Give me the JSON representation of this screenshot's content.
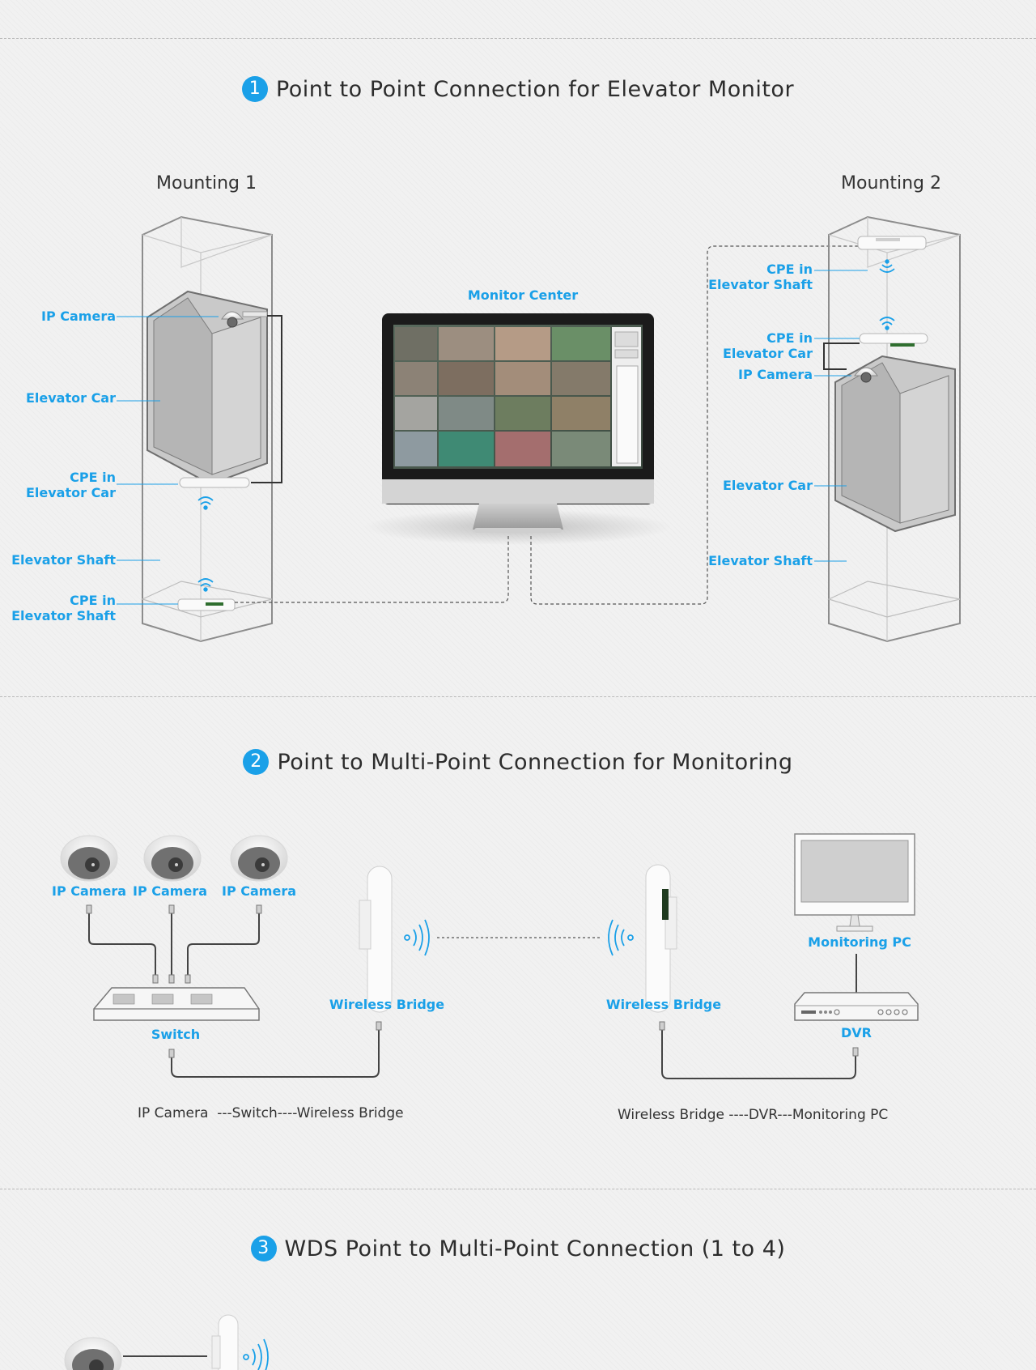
{
  "sections": [
    {
      "number": "1",
      "title": "Point to Point Connection for Elevator Monitor",
      "mounting1": {
        "heading": "Mounting 1",
        "labels": {
          "ip_camera": "IP Camera",
          "elevator_car": "Elevator Car",
          "cpe_car_line1": "CPE in",
          "cpe_car_line2": "Elevator Car",
          "elevator_shaft": "Elevator Shaft",
          "cpe_shaft_line1": "CPE in",
          "cpe_shaft_line2": "Elevator Shaft"
        }
      },
      "monitor_center": "Monitor Center",
      "mounting2": {
        "heading": "Mounting 2",
        "labels": {
          "cpe_shaft_line1": "CPE in",
          "cpe_shaft_line2": "Elevator Shaft",
          "cpe_car_line1": "CPE in",
          "cpe_car_line2": "Elevator Car",
          "ip_camera": "IP Camera",
          "elevator_car": "Elevator Car",
          "elevator_shaft": "Elevator Shaft"
        }
      }
    },
    {
      "number": "2",
      "title": "Point to Multi-Point Connection for Monitoring",
      "cameras": [
        "IP Camera",
        "IP Camera",
        "IP Camera"
      ],
      "switch": "Switch",
      "bridge_left": "Wireless Bridge",
      "bridge_right": "Wireless Bridge",
      "monitoring_pc": "Monitoring PC",
      "dvr": "DVR",
      "caption_left": "IP Camera  ---Switch----Wireless Bridge",
      "caption_right": "Wireless Bridge ----DVR---Monitoring PC"
    },
    {
      "number": "3",
      "title": "WDS Point to Multi-Point Connection (1 to 4)"
    }
  ],
  "colors": {
    "accent": "#1aa0e8",
    "title_text": "#2c2c2c",
    "line": "#444444",
    "background": "#f1f1f1"
  }
}
